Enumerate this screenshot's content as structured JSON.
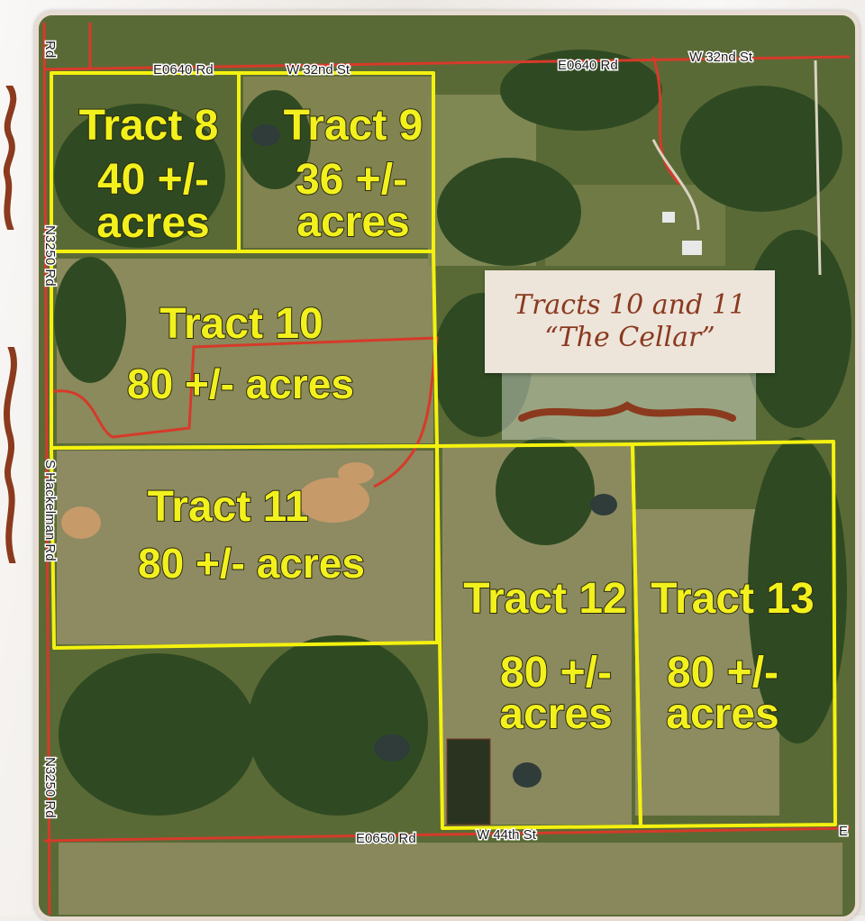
{
  "roads": {
    "north_w1": "E0640 Rd",
    "north_w2": "W 32nd St",
    "north_e1": "E0640 Rd",
    "north_e2": "W 32nd St",
    "south_1": "E0650 Rd",
    "south_2": "W 44th St",
    "south_e": "E",
    "west_top": "Rd",
    "west_n3250_a": "N3250 Rd",
    "west_hackelman": "S Hackelman Rd",
    "west_n3250_b": "N3250 Rd"
  },
  "tracts": [
    {
      "name": "Tract 8",
      "line2": "40 +/-",
      "line3": "acres"
    },
    {
      "name": "Tract 9",
      "line2": "36 +/-",
      "line3": "acres"
    },
    {
      "name": "Tract 10",
      "line2": "80 +/- acres"
    },
    {
      "name": "Tract 11",
      "line2": "80 +/- acres"
    },
    {
      "name": "Tract 12",
      "line2": "80 +/-",
      "line3": "acres"
    },
    {
      "name": "Tract 13",
      "line2": "80 +/-",
      "line3": "acres"
    }
  ],
  "callout": {
    "line1": "Tracts 10 and 11",
    "line2": "“The Cellar”"
  },
  "colors": {
    "boundary": "#f4f10f",
    "road": "#d63a2a",
    "label_fill": "#f3f11d",
    "callout_text": "#8a3a1f",
    "ornament": "#8b3a1e"
  }
}
